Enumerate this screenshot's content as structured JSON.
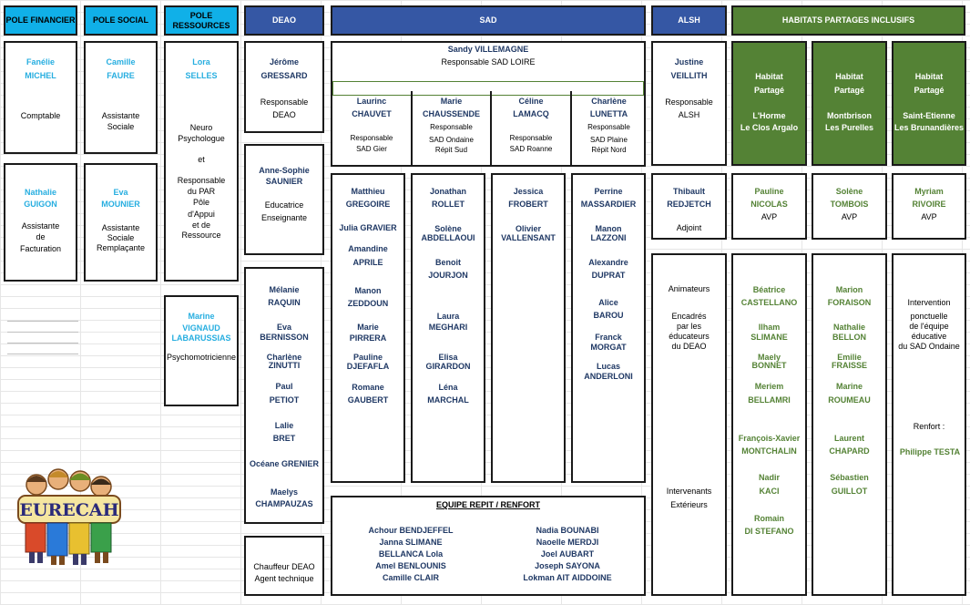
{
  "headers": {
    "pole_financier": "POLE FINANCIER",
    "pole_social": "POLE SOCIAL",
    "pole_ressources": "POLE RESSOURCES",
    "deao": "DEAO",
    "sad": "SAD",
    "alsh": "ALSH",
    "habitats": "HABITATS PARTAGES INCLUSIFS"
  },
  "pole_financier": {
    "p1": {
      "first": "Fanélie",
      "last": "MICHEL",
      "role": "Comptable"
    },
    "p2": {
      "first": "Nathalie",
      "last": "GUIGON",
      "role1": "Assistante",
      "role2": "de",
      "role3": "Facturation"
    }
  },
  "pole_social": {
    "p1": {
      "first": "Camille",
      "last": "FAURE",
      "role1": "Assistante",
      "role2": "Sociale"
    },
    "p2": {
      "first": "Eva",
      "last": "MOUNIER",
      "role1": "Assistante",
      "role2": "Sociale",
      "role3": "Remplaçante"
    }
  },
  "pole_ressources": {
    "p1": {
      "first": "Lora",
      "last": "SELLES",
      "r1": "Neuro",
      "r2": "Psychologue",
      "r3": "et",
      "r4": "Responsable",
      "r5": "du PAR",
      "r6": "Pôle",
      "r7": "d'Appui",
      "r8": "et de",
      "r9": "Ressource"
    },
    "p2": {
      "first": "Marine",
      "last1": "VIGNAUD",
      "last2": "LABARUSSIAS",
      "role": "Psychomotricienne"
    }
  },
  "deao": {
    "head": {
      "first": "Jérôme",
      "last": "GRESSARD",
      "role1": "Responsable",
      "role2": "DEAO"
    },
    "teacher": {
      "first": "Anne-Sophie",
      "last": "SAUNIER",
      "role1": "Educatrice",
      "role2": "Enseignante"
    },
    "staff": [
      {
        "first": "Mélanie",
        "last": "RAQUIN"
      },
      {
        "first": "Eva",
        "last": "BERNISSON"
      },
      {
        "first": "Charlène",
        "last": "ZINUTTI"
      },
      {
        "first": "Paul",
        "last": "PETIOT"
      },
      {
        "first": "Lalie",
        "last": "BRET"
      },
      {
        "first": "Océane GRENIER",
        "last": ""
      },
      {
        "first": "Maelys",
        "last": "CHAMPAUZAS"
      }
    ],
    "driver": {
      "line1": "Chauffeur DEAO",
      "line2": "Agent technique"
    }
  },
  "sad": {
    "head": {
      "name": "Sandy VILLEMAGNE",
      "role": "Responsable SAD LOIRE"
    },
    "managers": [
      {
        "first": "Laurinc",
        "last": "CHAUVET",
        "r1": "Responsable",
        "r2": "SAD Gier"
      },
      {
        "first": "Marie",
        "last": "CHAUSSENDE",
        "r1": "Responsable",
        "r2": "SAD Ondaine",
        "r3": "Répit Sud"
      },
      {
        "first": "Céline",
        "last": "LAMACQ",
        "r1": "Responsable",
        "r2": "SAD Roanne"
      },
      {
        "first": "Charlène",
        "last": "LUNETTA",
        "r1": "Responsable",
        "r2": "SAD Plaine",
        "r3": "Répit Nord"
      }
    ],
    "col1": [
      "Matthieu",
      "GREGOIRE",
      "Julia GRAVIER",
      "Amandine",
      "APRILE",
      "Manon",
      "ZEDDOUN",
      "Marie",
      "PIRRERA",
      "Pauline",
      "DJEFAFLA",
      "Romane",
      "GAUBERT"
    ],
    "col2": [
      "Jonathan",
      "ROLLET",
      "Solène",
      "ABDELLAOUI",
      "Benoit",
      "JOURJON",
      "Laura",
      "MEGHARI",
      "Elisa",
      "GIRARDON",
      "Léna",
      "MARCHAL"
    ],
    "col3": [
      "Jessica",
      "FROBERT",
      "Olivier",
      "VALLENSANT"
    ],
    "col4": [
      "Perrine",
      "MASSARDIER",
      "Manon",
      "LAZZONI",
      "Alexandre",
      "DUPRAT",
      "Alice",
      "BAROU",
      "Franck",
      "MORGAT",
      "Lucas",
      "ANDERLONI"
    ],
    "repit_title": "EQUIPE REPIT / RENFORT",
    "repit_left": [
      "Achour BENDJEFFEL",
      "Janna SLIMANE",
      "BELLANCA Lola",
      "Amel BENLOUNIS",
      "Camille CLAIR"
    ],
    "repit_right": [
      "Nadia BOUNABI",
      "Naoelle MERDJI",
      "Joel AUBART",
      "Joseph SAYONA",
      "Lokman AIT AIDDOINE"
    ]
  },
  "alsh": {
    "head": {
      "first": "Justine",
      "last": "VEILLITH",
      "role1": "Responsable",
      "role2": "ALSH"
    },
    "adj": {
      "first": "Thibault",
      "last": "REDJETCH",
      "role": "Adjoint"
    },
    "anim": [
      "Animateurs",
      "Encadrés",
      "par les",
      "éducateurs",
      "du DEAO"
    ],
    "ext": [
      "Intervenants",
      "Extérieurs"
    ]
  },
  "habitats": {
    "h1": {
      "l1": "Habitat",
      "l2": "Partagé",
      "l3": "L'Horme",
      "l4": "Le Clos Argalo"
    },
    "h2": {
      "l1": "Habitat",
      "l2": "Partagé",
      "l3": "Montbrison",
      "l4": "Les Purelles"
    },
    "h3": {
      "l1": "Habitat",
      "l2": "Partagé",
      "l3": "Saint-Etienne",
      "l4": "Les Brunandières"
    },
    "avp1": {
      "first": "Pauline",
      "last": "NICOLAS",
      "role": "AVP"
    },
    "avp2": {
      "first": "Solène",
      "last": "TOMBOIS",
      "role": "AVP"
    },
    "avp3": {
      "first": "Myriam",
      "last": "RIVOIRE",
      "role": "AVP"
    },
    "team1": [
      "Béatrice",
      "CASTELLANO",
      "Ilham",
      "SLIMANE",
      "Maely",
      "BONNET",
      "Meriem",
      "BELLAMRI",
      "François-Xavier",
      "MONTCHALIN",
      "Nadir",
      "KACI",
      "Romain",
      "DI STEFANO"
    ],
    "team2": [
      "Marion",
      "FORAISON",
      "Nathalie",
      "BELLON",
      "Emilie",
      "FRAISSE",
      "Marine",
      "ROUMEAU",
      "Laurent",
      "CHAPARD",
      "Sébastien",
      "GUILLOT"
    ],
    "team3": {
      "l1": "Intervention",
      "l2": "ponctuelle",
      "l3": "de l'équipe",
      "l4": "éducative",
      "l5": "du SAD Ondaine",
      "renfort": "Renfort :",
      "renfort_name": "Philippe TESTA"
    }
  },
  "logo_text": "EURECAH"
}
